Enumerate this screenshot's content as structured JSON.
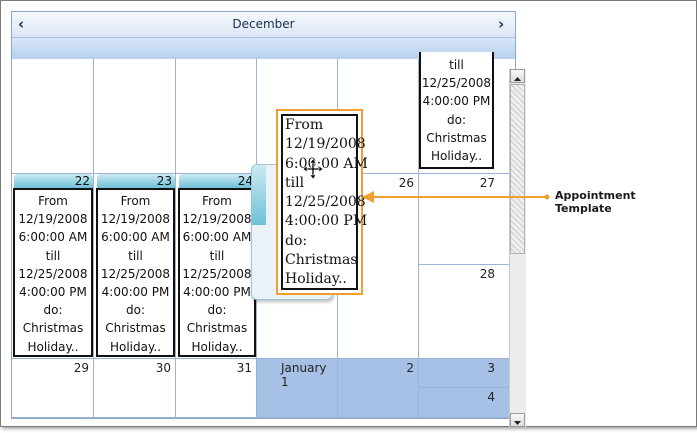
{
  "calendar": {
    "month_title": "December",
    "prev_label": "‹",
    "next_label": "›",
    "days": {
      "d22": "22",
      "d23": "23",
      "d24": "24",
      "d26": "26",
      "d27": "27",
      "d28": "28",
      "d29": "29",
      "d30": "30",
      "d31": "31",
      "jan1": "January 1",
      "d2": "2",
      "d3": "3",
      "d4": "4"
    }
  },
  "appointment": {
    "lines": [
      "From",
      "12/19/2008",
      "6:00:00 AM",
      "till",
      "12/25/2008",
      "4:00:00 PM",
      "do:",
      "Christmas",
      "Holiday.."
    ],
    "top_fragment": [
      "till",
      "12/25/2008",
      "4:00:00 PM",
      "do:",
      "Christmas",
      "Holiday.."
    ]
  },
  "template": {
    "lines": [
      "From",
      "12/19/2008",
      "6:00:00 AM",
      "till",
      "12/25/2008",
      "4:00:00 PM",
      "do:",
      "Christmas",
      "Holiday.."
    ]
  },
  "callout": {
    "label": "Appointment Template",
    "color": "#f0a030"
  },
  "colors": {
    "header_text": "#1c2d50",
    "grid": "#9ab3d6",
    "shaded_cell": "#a7c0e5",
    "appointment_strip": "#6fc1d6"
  },
  "icons": {
    "move": "move-cursor-icon",
    "scroll_up": "scroll-up-icon",
    "scroll_down": "scroll-down-icon"
  }
}
